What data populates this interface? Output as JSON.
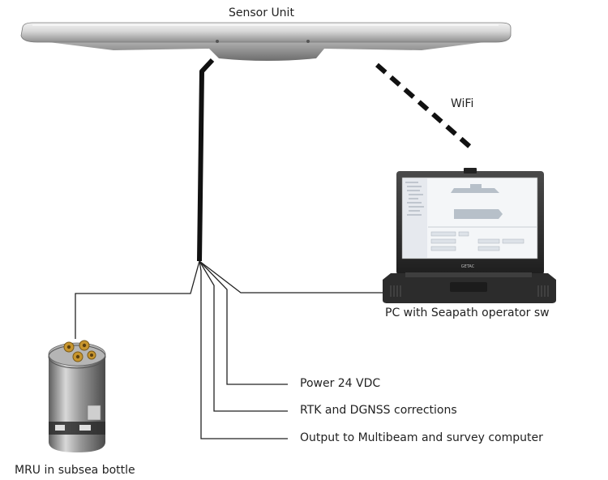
{
  "sensor_unit": {
    "label": "Sensor Unit"
  },
  "wifi": {
    "label": "WiFi"
  },
  "laptop": {
    "label": "PC with Seapath operator sw",
    "brand": "GETAC"
  },
  "mru": {
    "label": "MRU in subsea bottle"
  },
  "connections": [
    {
      "label": "Power 24 VDC"
    },
    {
      "label": "RTK and DGNSS corrections"
    },
    {
      "label": "Output to Multibeam and survey computer"
    }
  ],
  "colors": {
    "cable": "#111111",
    "line": "#222222",
    "sensor_body": "#c9c9c9",
    "laptop_body": "#2b2b2b",
    "bottle_body": "#a8a8a8",
    "connector_gold": "#c8962e"
  }
}
